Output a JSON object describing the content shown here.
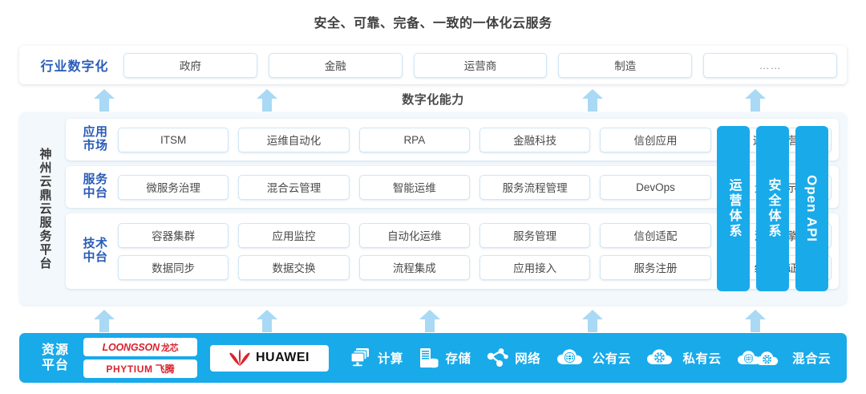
{
  "title": "安全、可靠、完备、一致的一体化云服务",
  "industry": {
    "label": "行业数字化",
    "cells": [
      "政府",
      "金融",
      "运营商",
      "制造",
      "……"
    ]
  },
  "capability_caption": "数字化能力",
  "platform": {
    "vertical_label": "神州云鼎云服务平台",
    "rows": [
      {
        "label_line1": "应用",
        "label_line2": "市场",
        "cells": [
          "ITSM",
          "运维自动化",
          "RPA",
          "金融科技",
          "信创应用",
          "运维/运营"
        ]
      },
      {
        "label_line1": "服务",
        "label_line2": "中台",
        "cells": [
          "微服务治理",
          "混合云管理",
          "智能运维",
          "服务流程管理",
          "DevOps",
          "大屏展示"
        ]
      },
      {
        "label_line1": "技术",
        "label_line2": "中台",
        "cells_top": [
          "容器集群",
          "应用监控",
          "自动化运维",
          "服务管理",
          "信创适配",
          "流程引擎"
        ],
        "cells_bottom": [
          "数据同步",
          "数据交换",
          "流程集成",
          "应用接入",
          "服务注册",
          "统一认证"
        ]
      }
    ]
  },
  "pillars": [
    "运营体系",
    "安全体系",
    "Open API"
  ],
  "resource": {
    "label_line1": "资源",
    "label_line2": "平台",
    "logos": [
      {
        "name": "loongson",
        "latin": "LOONGSON",
        "cn": "龙芯"
      },
      {
        "name": "phytium",
        "latin": "PHYTIUM",
        "cn": "飞腾"
      }
    ],
    "huawei": "HUAWEI",
    "items": [
      {
        "icon": "compute-icon",
        "label": "计算"
      },
      {
        "icon": "storage-icon",
        "label": "存储"
      },
      {
        "icon": "network-icon",
        "label": "网络"
      },
      {
        "icon": "public-cloud-icon",
        "label": "公有云"
      },
      {
        "icon": "private-cloud-icon",
        "label": "私有云"
      },
      {
        "icon": "hybrid-cloud-icon",
        "label": "混合云"
      }
    ]
  },
  "colors": {
    "accent_blue": "#19aaea",
    "arrow_blue": "#a9d9f4",
    "label_blue": "#2a5cb8",
    "panel_tint": "#f2f8fc",
    "logo_red": "#d9232e"
  },
  "arrows": {
    "top_count": 4,
    "bottom_count": 5
  }
}
